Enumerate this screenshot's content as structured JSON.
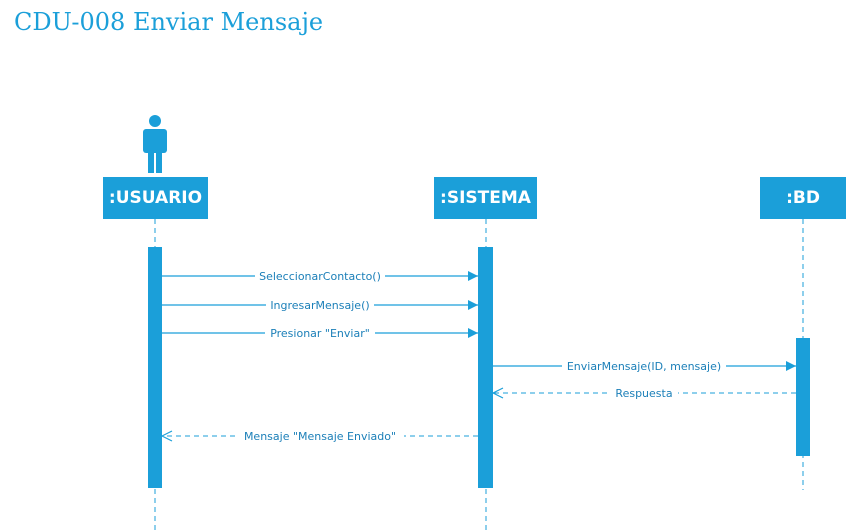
{
  "title": "CDU-008 Enviar Mensaje",
  "colors": {
    "accent": "#1b9fd9",
    "label": "#1b7fb8",
    "background": "#ffffff"
  },
  "actor_icon": "person-icon",
  "lifelines": [
    {
      "id": "usuario",
      "label": ":USUARIO"
    },
    {
      "id": "sistema",
      "label": ":SISTEMA"
    },
    {
      "id": "bd",
      "label": ":BD"
    }
  ],
  "messages": [
    {
      "from": "usuario",
      "to": "sistema",
      "label": "SeleccionarContacto()",
      "kind": "call"
    },
    {
      "from": "usuario",
      "to": "sistema",
      "label": "IngresarMensaje()",
      "kind": "call"
    },
    {
      "from": "usuario",
      "to": "sistema",
      "label": "Presionar \"Enviar\"",
      "kind": "call"
    },
    {
      "from": "sistema",
      "to": "bd",
      "label": "EnviarMensaje(ID, mensaje)",
      "kind": "call"
    },
    {
      "from": "bd",
      "to": "sistema",
      "label": "Respuesta",
      "kind": "return"
    },
    {
      "from": "sistema",
      "to": "usuario",
      "label": "Mensaje \"Mensaje Enviado\"",
      "kind": "return"
    }
  ]
}
